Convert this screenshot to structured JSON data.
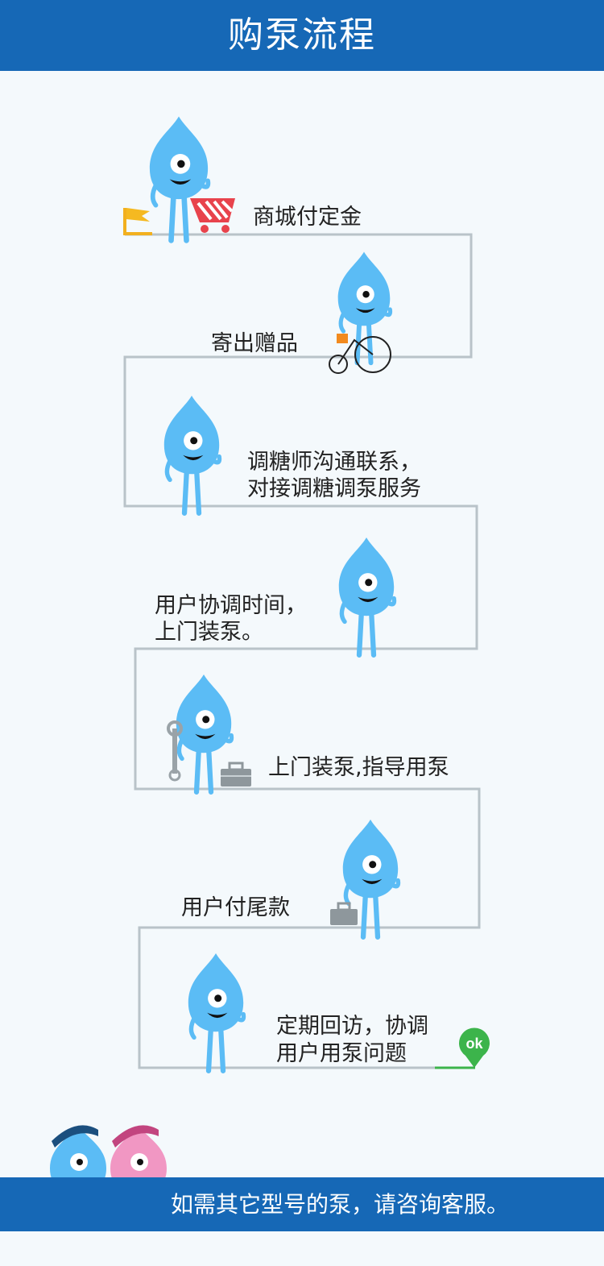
{
  "header": {
    "title": "购泵流程"
  },
  "steps": [
    {
      "label": "商城付定金"
    },
    {
      "label": "寄出赠品"
    },
    {
      "line1": "调糖师沟通联系，",
      "line2": "对接调糖调泵服务"
    },
    {
      "line1": "用户协调时间，",
      "line2": "上门装泵。"
    },
    {
      "label": "上门装泵,指导用泵"
    },
    {
      "label": "用户付尾款"
    },
    {
      "line1": "定期回访，协调",
      "line2": "用户用泵问题"
    }
  ],
  "finish_badge": "ok",
  "footer": {
    "text": "如需其它型号的泵，请咨询客服。"
  },
  "colors": {
    "brand_blue": "#1668b6",
    "mascot_blue": "#5bbcf5",
    "mascot_pink": "#f197c3",
    "path_gray": "#b9c3c9",
    "cart_red": "#e8434c",
    "ok_green": "#3cb44b"
  }
}
